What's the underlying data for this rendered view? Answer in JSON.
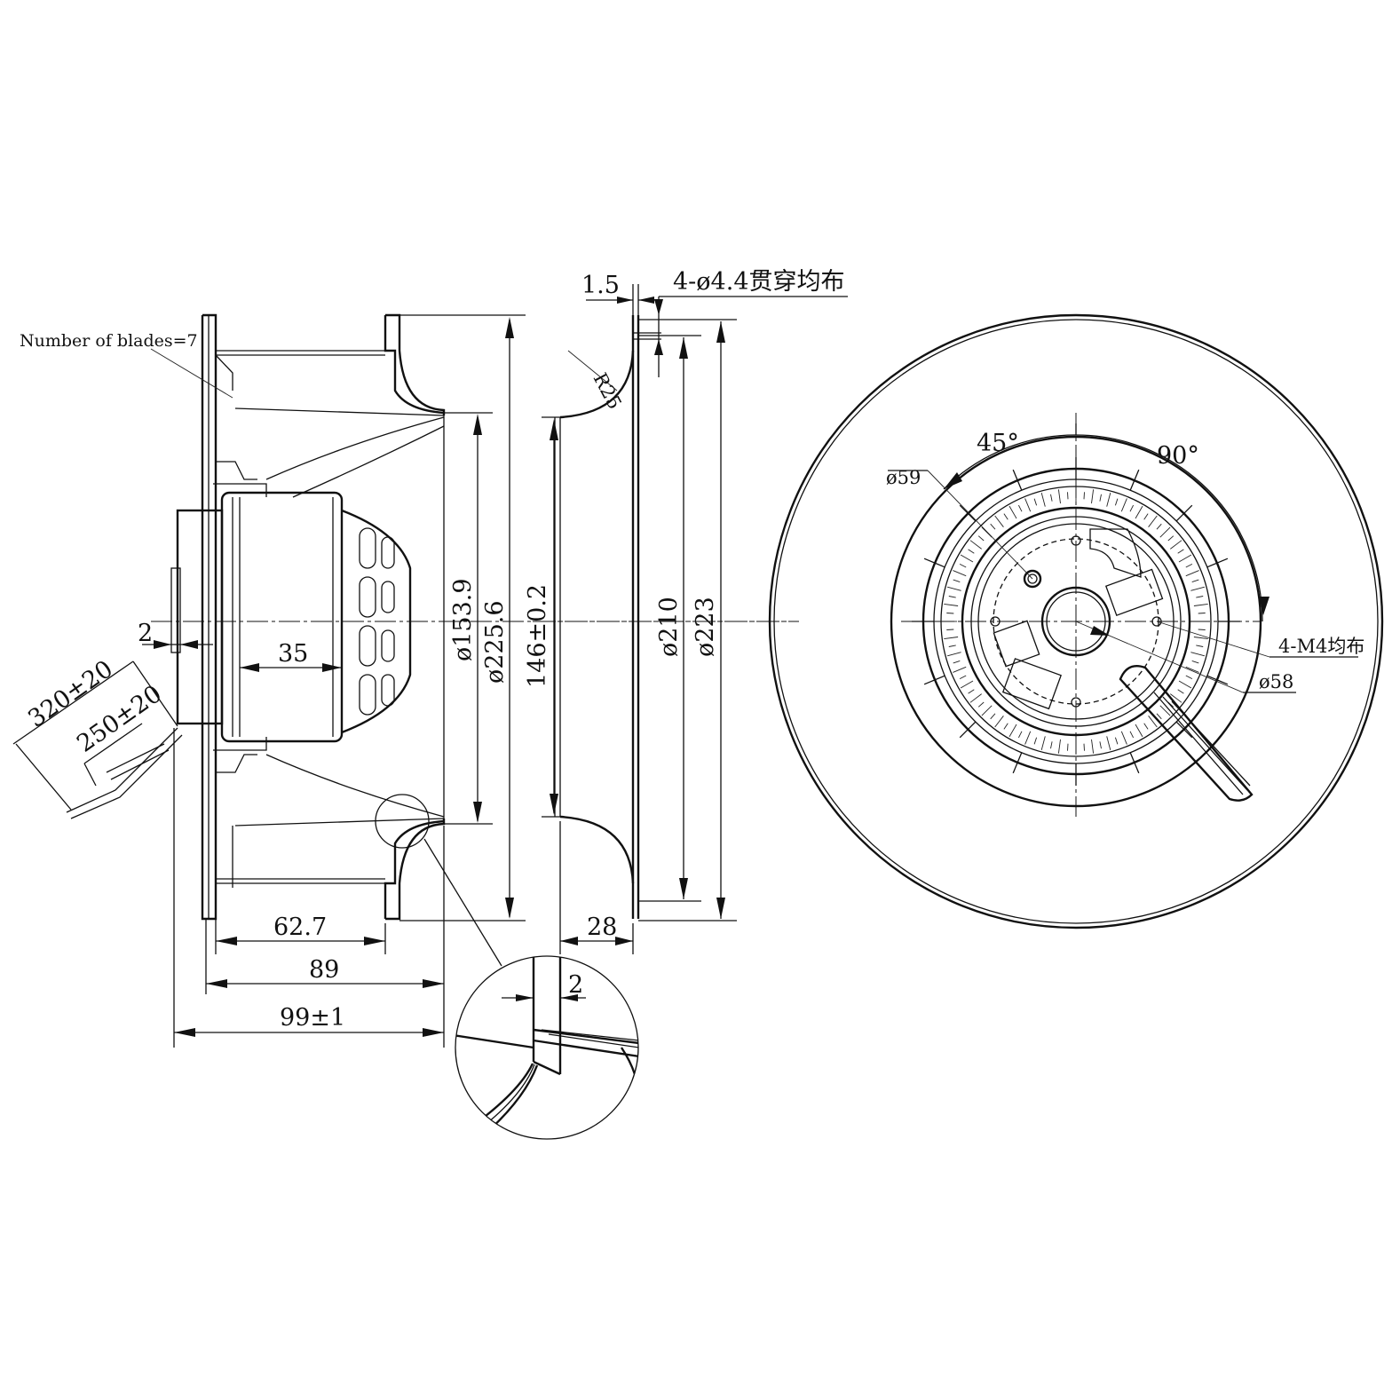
{
  "labels": {
    "blades": "Number of blades=7",
    "dim_1_5": "1.5",
    "holes": "4-ø4.4贯穿均布",
    "r25": "R25",
    "d153": "ø153.9",
    "d225": "ø225.6",
    "d146": "146±0.2",
    "d210": "ø210",
    "d223": "ø223",
    "dim_2_left": "2",
    "dim_35": "35",
    "lead_320": "320±20",
    "lead_250": "250±20",
    "dim_62_7": "62.7",
    "dim_89": "89",
    "dim_99": "99±1",
    "dim_28": "28",
    "detail_2": "2",
    "ang_45": "45°",
    "ang_90": "90°",
    "d59": "ø59",
    "m4": "4-M4均布",
    "d58": "ø58"
  }
}
